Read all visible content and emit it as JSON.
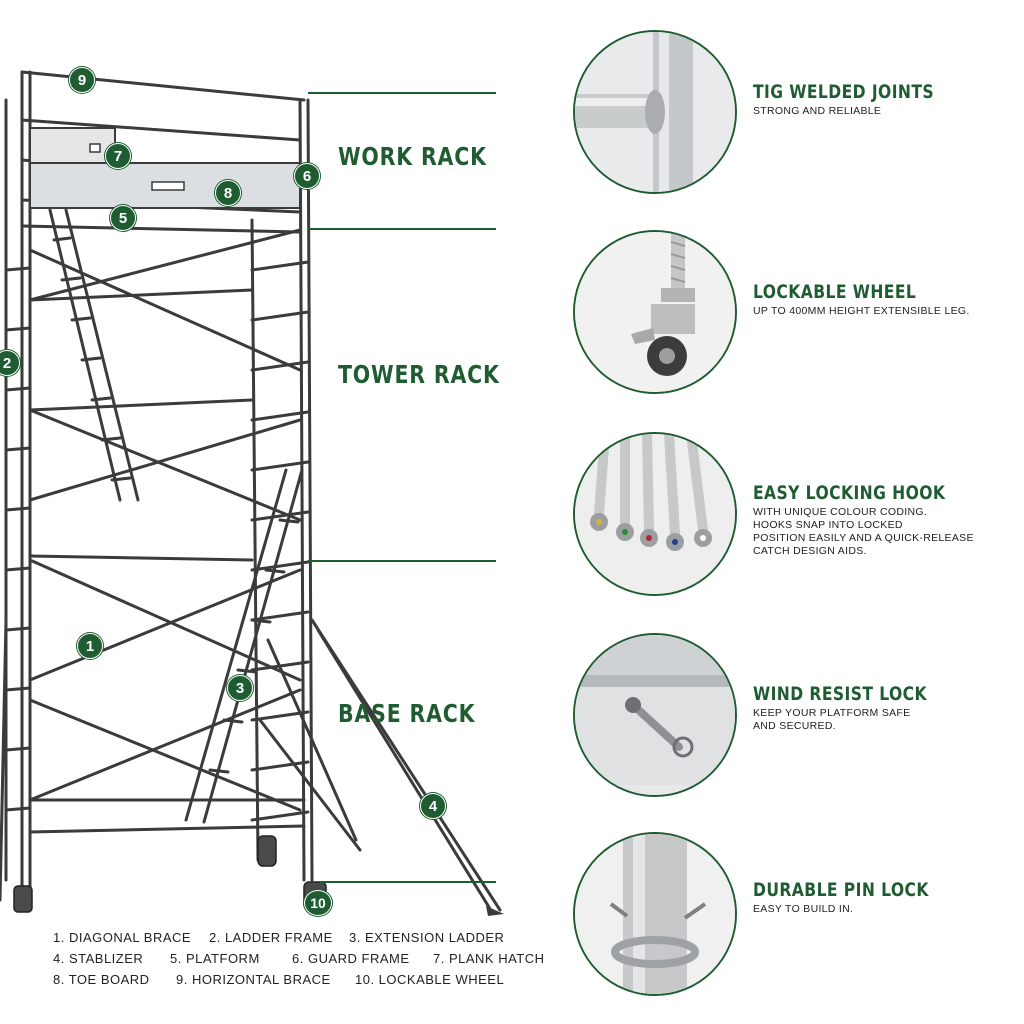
{
  "racks": {
    "work": "WORK RACK",
    "tower": "TOWER RACK",
    "base": "BASE RACK"
  },
  "callouts": [
    "9",
    "7",
    "8",
    "5",
    "6",
    "2",
    "1",
    "3",
    "4",
    "10"
  ],
  "features": [
    {
      "title": "TIG WELDED JOINTS",
      "desc": [
        "STRONG AND RELIABLE"
      ],
      "icon": "welded-joint-photo"
    },
    {
      "title": "LOCKABLE WHEEL",
      "desc": [
        "UP TO 400MM HEIGHT EXTENSIBLE LEG."
      ],
      "icon": "lockable-wheel-photo"
    },
    {
      "title": "EASY LOCKING HOOK",
      "desc": [
        "WITH UNIQUE COLOUR CODING.",
        "HOOKS SNAP INTO LOCKED",
        "POSITION EASILY AND A QUICK-RELEASE",
        "CATCH DESIGN AIDS."
      ],
      "icon": "locking-hook-photo"
    },
    {
      "title": "WIND RESIST LOCK",
      "desc": [
        "KEEP YOUR PLATFORM SAFE",
        "AND SECURED."
      ],
      "icon": "wind-lock-photo"
    },
    {
      "title": "DURABLE PIN LOCK",
      "desc": [
        "EASY TO BUILD IN."
      ],
      "icon": "pin-lock-photo"
    }
  ],
  "legend": {
    "row1": [
      "1.   DIAGONAL BRACE",
      "2.   LADDER FRAME",
      "3.   EXTENSION LADDER"
    ],
    "row2": [
      "4.   STABLIZER",
      "5.   PLATFORM",
      "6.   GUARD FRAME",
      "7.   PLANK HATCH"
    ],
    "row3": [
      "8.   TOE BOARD",
      "9.   HORIZONTAL BRACE",
      "10. LOCKABLE WHEEL"
    ]
  },
  "colors": {
    "accent": "#1f5c32",
    "metal": "#bfc3c6",
    "outline": "#3a3a3a"
  }
}
